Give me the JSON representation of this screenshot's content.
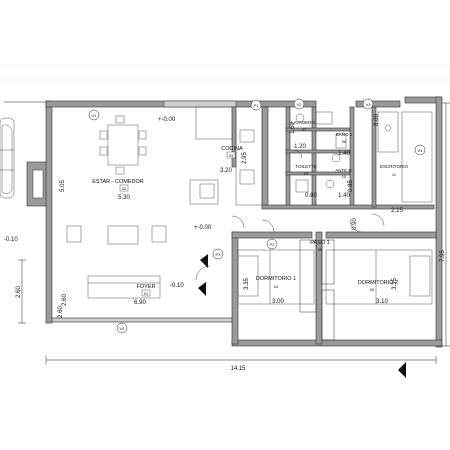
{
  "rooms": {
    "estar": {
      "name": "ESTAR - COMEDOR",
      "code": "02",
      "width": "5.30",
      "height": "5.05",
      "level": "+-0.00"
    },
    "cocina": {
      "name": "COCINA",
      "code": "03",
      "height": "2.95",
      "width": "3.20"
    },
    "foyer": {
      "name": "FOYER",
      "code": "01",
      "level": "-0.10",
      "width": "6.90",
      "height": "2.60"
    },
    "lavadero": {
      "name": "LAVADERO",
      "code": "07",
      "w": "1.20",
      "h": "1.60"
    },
    "bano1": {
      "name": "BAÑO 1",
      "code": "08",
      "w": "1.40"
    },
    "toilette": {
      "name": "TOILETTE",
      "code": "09",
      "w": "0.80"
    },
    "antebano": {
      "name": "ANTE B.",
      "code": "10",
      "h": "0.85",
      "w": "1.40"
    },
    "escritorio": {
      "name": "ESCRITORIO",
      "code": "11"
    },
    "paso": {
      "name": "PASO 1",
      "code": "06",
      "w": "0.90"
    },
    "dorm1": {
      "name": "DORMITORIO 1",
      "code": "04",
      "width": "3.00",
      "height": "3.35"
    },
    "dorm2": {
      "name": "DORMITORIO 2",
      "code": "05",
      "width": "3.10",
      "height": "3.35"
    }
  },
  "dimensions": {
    "total_width": "14.15",
    "total_height": "7.95",
    "right_top": "8.00",
    "escritorio_w": "2.15",
    "foyer_left": "2.60",
    "foyer_side": "2.60",
    "level_left": "-0.10",
    "level_hall": "+-0.00"
  },
  "tags": {
    "p1": "P1",
    "p2": "P2",
    "p3": "P3",
    "v1": "V1",
    "v2": "V2",
    "v3": "V3",
    "v4": "V4",
    "v5": "V5"
  }
}
